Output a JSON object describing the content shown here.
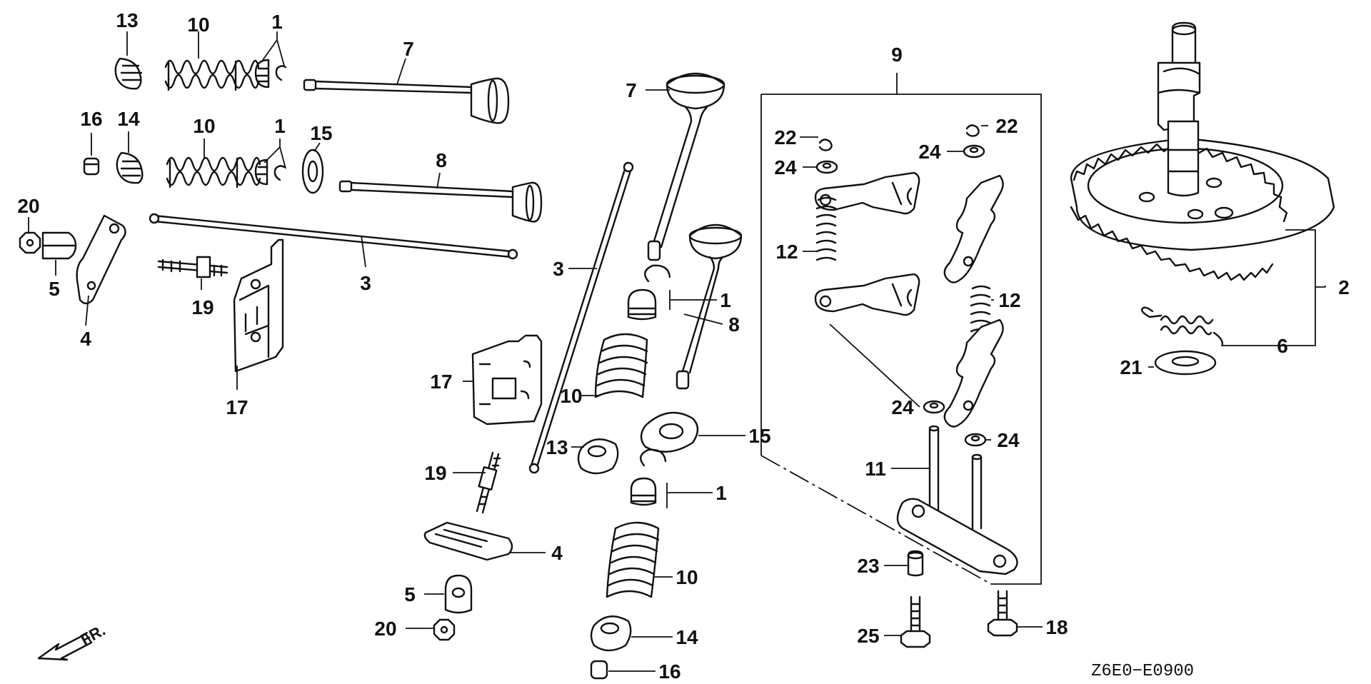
{
  "callouts": {
    "c1": "13",
    "c2": "10",
    "c3": "1",
    "c4": "7",
    "c5": "16",
    "c6": "14",
    "c7": "10",
    "c8": "1",
    "c9": "15",
    "c10": "8",
    "c11": "20",
    "c12": "5",
    "c13": "4",
    "c14": "19",
    "c15": "3",
    "c16": "17",
    "c17": "7",
    "c18": "3",
    "c19": "1",
    "c20": "8",
    "c21": "17",
    "c22": "10",
    "c23": "13",
    "c24": "15",
    "c25": "19",
    "c26": "1",
    "c27": "4",
    "c28": "10",
    "c29": "5",
    "c30": "20",
    "c31": "14",
    "c32": "16",
    "c33": "9",
    "c34": "22",
    "c35": "22",
    "c36": "24",
    "c37": "24",
    "c38": "12",
    "c39": "12",
    "c40": "24",
    "c41": "24",
    "c42": "11",
    "c43": "23",
    "c44": "25",
    "c45": "18",
    "c46": "2",
    "c47": "6",
    "c48": "21"
  },
  "diagram_code": "Z6E0−E0900",
  "direction_label": "FR."
}
